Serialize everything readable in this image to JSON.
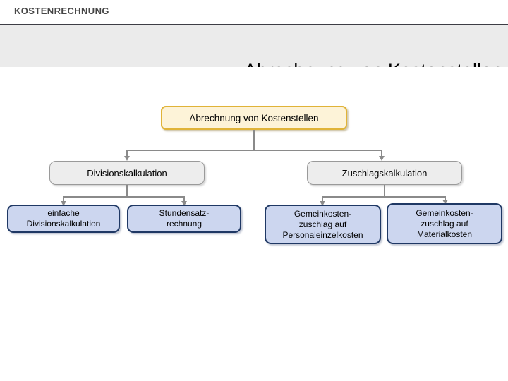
{
  "header": {
    "kicker": "KOSTENRECHNUNG",
    "title": "Abrechnung von Kostenstellen",
    "band_color": "#ebebeb",
    "rule_color": "#3d3d45"
  },
  "diagram": {
    "type": "tree",
    "root": {
      "label": "Abrechnung von Kostenstellen",
      "fill": "#fdf3d8",
      "border": "#e0b338"
    },
    "level2": [
      {
        "label": "Divisionskalkulation",
        "fill": "#ededed",
        "border": "#9a9a9a"
      },
      {
        "label": "Zuschlagskalkulation",
        "fill": "#ededed",
        "border": "#9a9a9a"
      }
    ],
    "level3": [
      {
        "label": "einfache\nDivisionskalkulation",
        "line1": "einfache",
        "line2": "Divisionskalkulation",
        "line3": "",
        "fill": "#ccd6ef",
        "border": "#1f3864"
      },
      {
        "label": "Stundensatz-\nrechnung",
        "line1": "Stundensatz-",
        "line2": "rechnung",
        "line3": "",
        "fill": "#ccd6ef",
        "border": "#1f3864"
      },
      {
        "label": "Gemeinkosten-\nzuschlag auf\nPersonaleinzelkosten",
        "line1": "Gemeinkosten-",
        "line2": "zuschlag auf",
        "line3": "Personaleinzelkosten",
        "fill": "#ccd6ef",
        "border": "#1f3864"
      },
      {
        "label": "Gemeinkosten-\nzuschlag auf\nMaterialkosten",
        "line1": "Gemeinkosten-",
        "line2": "zuschlag auf",
        "line3": "Materialkosten",
        "fill": "#ccd6ef",
        "border": "#1f3864"
      }
    ],
    "connector_color": "#8a8a8a"
  }
}
